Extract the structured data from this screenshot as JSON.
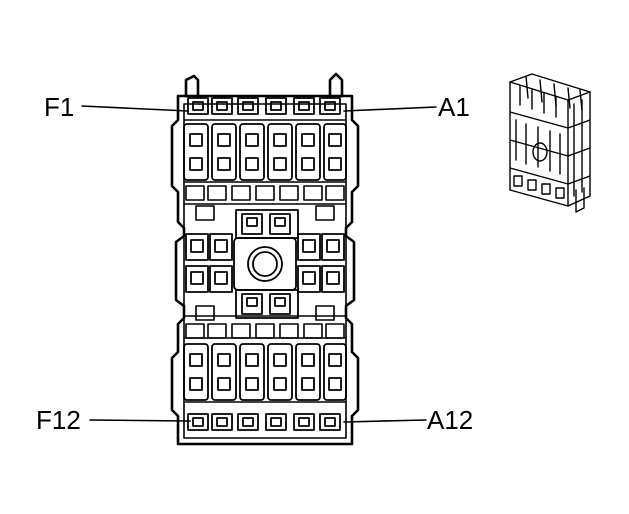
{
  "labels": {
    "f1": "F1",
    "a1": "A1",
    "f12": "F12",
    "a12": "A12"
  },
  "colors": {
    "line": "#000000",
    "background": "#ffffff"
  }
}
